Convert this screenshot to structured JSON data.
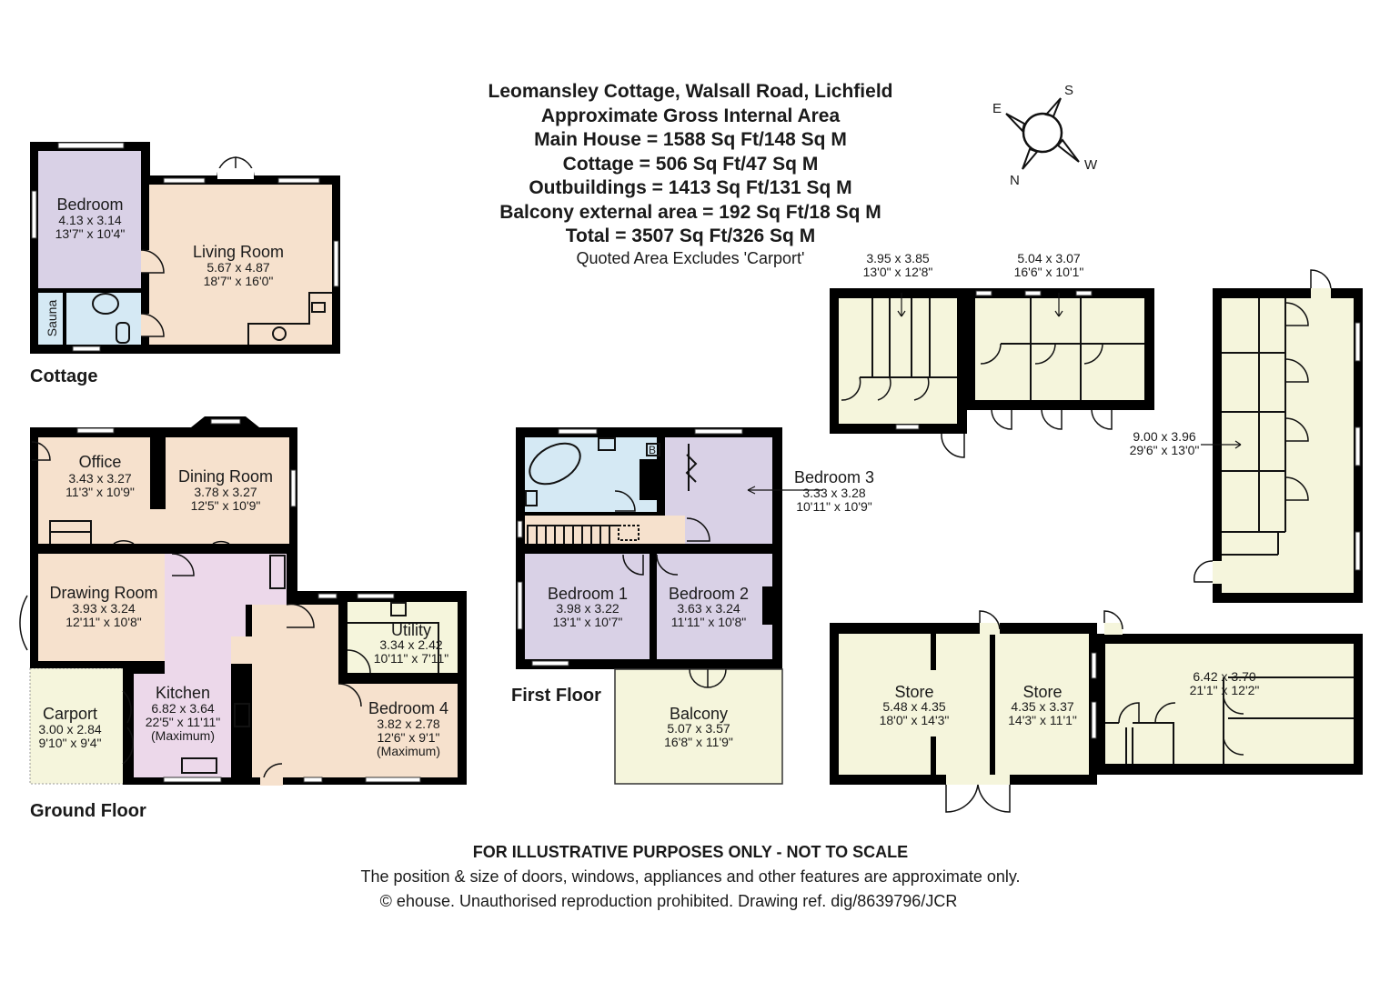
{
  "header": {
    "title": "Leomansley Cottage, Walsall Road, Lichfield",
    "line1": "Approximate Gross Internal Area",
    "line2": "Main House = 1588 Sq Ft/148 Sq M",
    "line3": "Cottage = 506 Sq Ft/47 Sq M",
    "line4": "Outbuildings = 1413 Sq Ft/131 Sq M",
    "line5": "Balcony external area = 192 Sq Ft/18 Sq M",
    "line6": "Total = 3507 Sq Ft/326 Sq M",
    "note": "Quoted Area Excludes 'Carport'"
  },
  "compass": {
    "n": "N",
    "s": "S",
    "e": "E",
    "w": "W"
  },
  "floors": {
    "cottage": "Cottage",
    "ground": "Ground Floor",
    "first": "First Floor"
  },
  "cottage": {
    "bedroom": {
      "name": "Bedroom",
      "metric": "4.13 x 3.14",
      "imperial": "13'7\" x 10'4\""
    },
    "living": {
      "name": "Living Room",
      "metric": "5.67 x 4.87",
      "imperial": "18'7\" x 16'0\""
    },
    "sauna": {
      "name": "Sauna"
    }
  },
  "ground": {
    "office": {
      "name": "Office",
      "metric": "3.43 x 3.27",
      "imperial": "11'3\" x 10'9\""
    },
    "dining": {
      "name": "Dining Room",
      "metric": "3.78 x 3.27",
      "imperial": "12'5\" x 10'9\""
    },
    "drawing": {
      "name": "Drawing Room",
      "metric": "3.93 x 3.24",
      "imperial": "12'11\" x 10'8\""
    },
    "kitchen": {
      "name": "Kitchen",
      "metric": "6.82 x 3.64",
      "imperial": "22'5\" x 11'11\"",
      "note": "(Maximum)"
    },
    "utility": {
      "name": "Utility",
      "metric": "3.34 x 2.42",
      "imperial": "10'11\" x 7'11\""
    },
    "bedroom4": {
      "name": "Bedroom 4",
      "metric": "3.82 x 2.78",
      "imperial": "12'6\" x 9'1\"",
      "note": "(Maximum)"
    },
    "carport": {
      "name": "Carport",
      "metric": "3.00 x 2.84",
      "imperial": "9'10\" x 9'4\""
    }
  },
  "first": {
    "bedroom1": {
      "name": "Bedroom 1",
      "metric": "3.98 x 3.22",
      "imperial": "13'1\" x 10'7\""
    },
    "bedroom2": {
      "name": "Bedroom 2",
      "metric": "3.63 x 3.24",
      "imperial": "11'11\" x 10'8\""
    },
    "bedroom3": {
      "name": "Bedroom 3",
      "metric": "3.33 x 3.28",
      "imperial": "10'11\" x 10'9\""
    },
    "balcony": {
      "name": "Balcony",
      "metric": "5.07 x 3.57",
      "imperial": "16'8\" x 11'9\""
    },
    "boiler": "B"
  },
  "outbuildings": {
    "a": {
      "metric": "3.95 x 3.85",
      "imperial": "13'0\" x 12'8\""
    },
    "b": {
      "metric": "5.04 x 3.07",
      "imperial": "16'6\" x 10'1\""
    },
    "c": {
      "metric": "9.00 x 3.96",
      "imperial": "29'6\" x 13'0\""
    },
    "store1": {
      "name": "Store",
      "metric": "5.48 x 4.35",
      "imperial": "18'0\" x 14'3\""
    },
    "store2": {
      "name": "Store",
      "metric": "4.35 x 3.37",
      "imperial": "14'3\" x 11'1\""
    },
    "e": {
      "metric": "6.42 x 3.70",
      "imperial": "21'1\" x 12'2\""
    }
  },
  "footer": {
    "line1": "FOR ILLUSTRATIVE PURPOSES ONLY - NOT TO SCALE",
    "line2": "The position & size of doors, windows, appliances and other features are approximate only.",
    "line3": "© ehouse. Unauthorised reproduction prohibited. Drawing ref. dig/8639796/JCR"
  }
}
